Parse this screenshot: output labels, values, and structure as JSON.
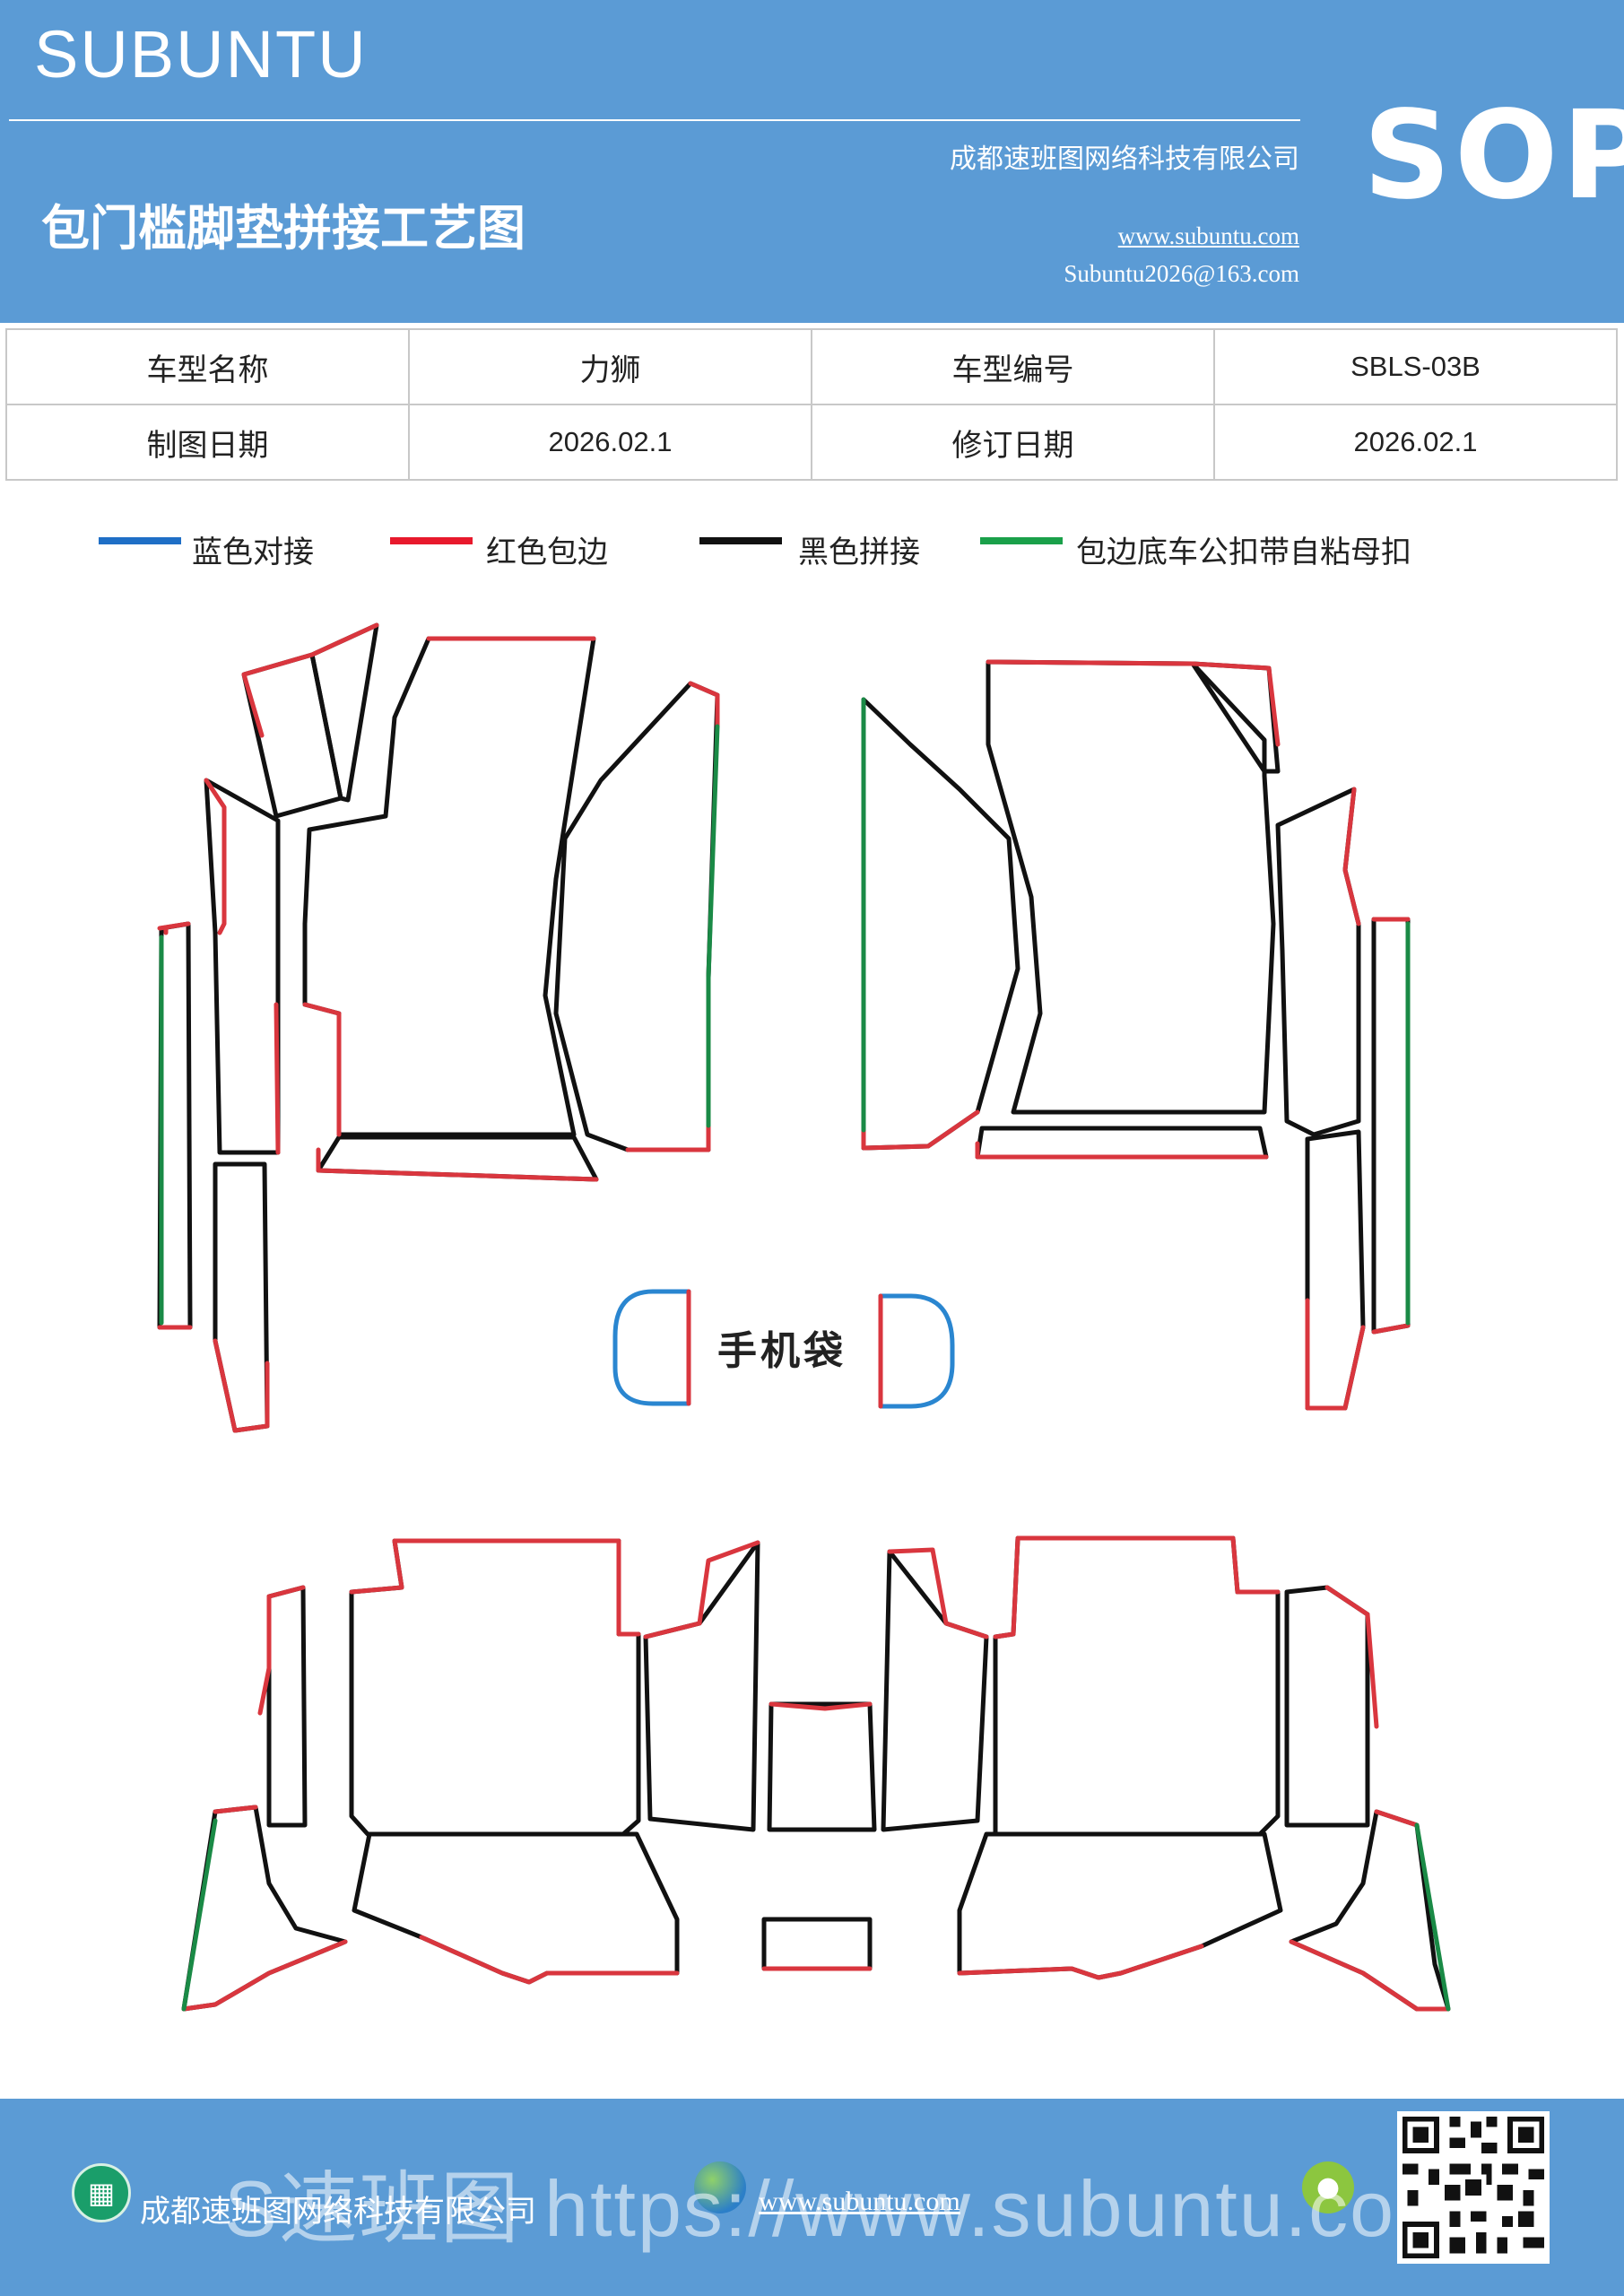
{
  "header": {
    "brand": "SUBUNTU",
    "title": "包门槛脚垫拼接工艺图",
    "company": "成都速班图网络科技有限公司",
    "website": "www.subuntu.com",
    "email": "Subuntu2026@163.com",
    "badge": "SOP"
  },
  "info_table": {
    "rows": [
      [
        "车型名称",
        "力狮",
        "车型编号",
        "SBLS-03B"
      ],
      [
        "制图日期",
        "2026.02.1",
        "修订日期",
        "2026.02.1"
      ]
    ]
  },
  "legend": {
    "items": [
      {
        "label": "蓝色对接",
        "color": "#1f6fc6"
      },
      {
        "label": "红色包边",
        "color": "#e8192c"
      },
      {
        "label": "黑色拼接",
        "color": "#111111"
      },
      {
        "label": "包边底车公扣带自粘母扣",
        "color": "#1aa04a"
      }
    ]
  },
  "diagram": {
    "phone_bag_label": "手机袋",
    "colors": {
      "outline": "#111111",
      "edge_red": "#d9363e",
      "edge_green": "#1a8a46",
      "edge_blue": "#2a86d0"
    }
  },
  "footer": {
    "company": "成都速班图网络科技有限公司",
    "website": "www.subuntu.com",
    "watermark": "S速班图 https://www.subuntu.com"
  }
}
